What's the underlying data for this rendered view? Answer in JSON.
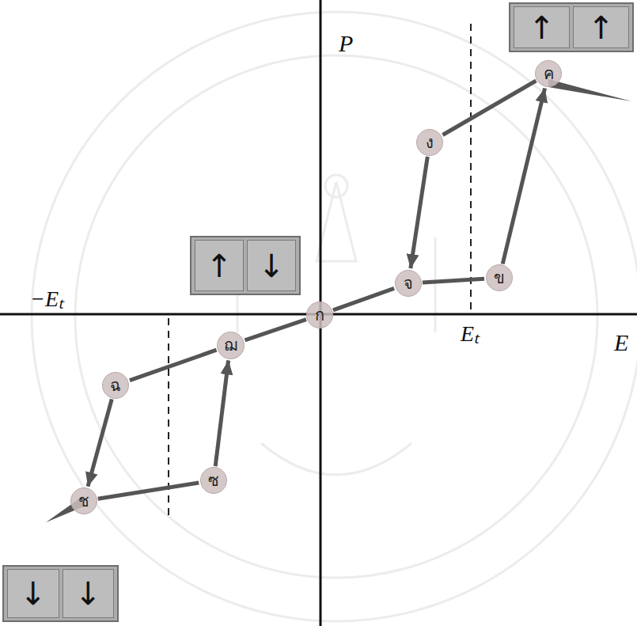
{
  "diagram": {
    "nodes": [
      {
        "text": [
          "ก"
        ]
      },
      {
        "text": [
          "ข"
        ]
      },
      {
        "text": [
          "ค"
        ]
      },
      {
        "text": [
          "ง"
        ]
      },
      {
        "text": [
          "จ"
        ]
      },
      {
        "text": [
          "ฉ"
        ]
      },
      {
        "text": [
          "ช"
        ]
      },
      {
        "text": [
          "ซ"
        ]
      },
      {
        "text": [
          "ฌ"
        ]
      },
      {
        "text": [
          "↑",
          "↑"
        ]
      },
      {
        "text": [
          "↑",
          "↓"
        ]
      },
      {
        "text": [
          "↓",
          "↓"
        ]
      }
    ],
    "edges": [
      {
        "from": 0,
        "to": 4,
        "arrow": "none"
      },
      {
        "from": 4,
        "to": 1,
        "arrow": "none"
      },
      {
        "from": 1,
        "to": 2,
        "arrow": "to"
      },
      {
        "from": 2,
        "to": 3,
        "arrow": "none"
      },
      {
        "from": 3,
        "to": 4,
        "arrow": "to"
      },
      {
        "from": 0,
        "to": 8,
        "arrow": "none"
      },
      {
        "from": 8,
        "to": 5,
        "arrow": "none"
      },
      {
        "from": 5,
        "to": 6,
        "arrow": "to"
      },
      {
        "from": 6,
        "to": 7,
        "arrow": "none"
      },
      {
        "from": 7,
        "to": 8,
        "arrow": "to"
      }
    ],
    "labels": [
      "P",
      "E",
      "Eₜ",
      "−Eₜ"
    ]
  }
}
